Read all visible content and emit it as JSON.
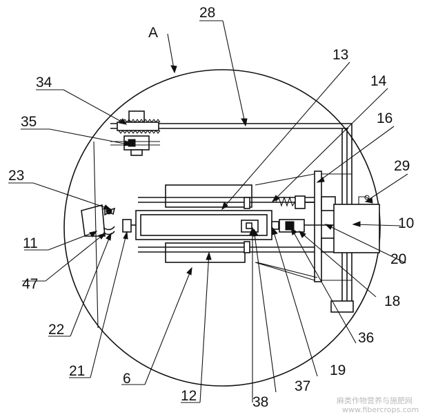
{
  "figure": {
    "detail_label": "A",
    "labels": {
      "l28": "28",
      "l13": "13",
      "l14": "14",
      "l16": "16",
      "l29": "29",
      "l10": "10",
      "l20": "20",
      "l18": "18",
      "l36": "36",
      "l19": "19",
      "l37": "37",
      "l38": "38",
      "l12": "12",
      "l6": "6",
      "l21": "21",
      "l22": "22",
      "l47": "47",
      "l11": "11",
      "l23": "23",
      "l35": "35",
      "l34": "34"
    },
    "watermark": {
      "line1": "麻类作物营养与施肥网",
      "line2": "www.fibercrops.com"
    }
  }
}
